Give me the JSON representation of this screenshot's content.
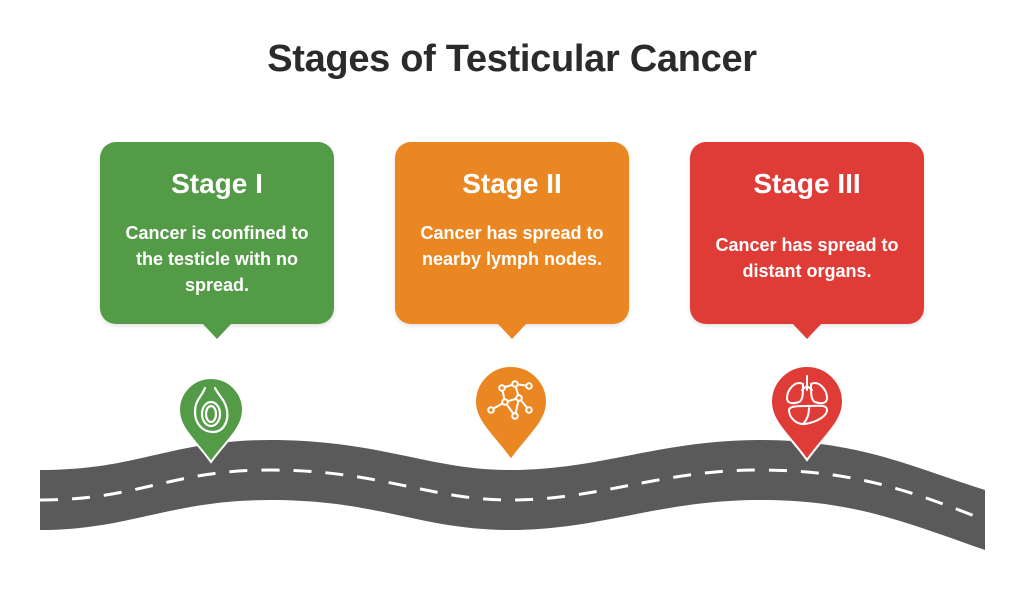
{
  "title": "Stages of Testicular Cancer",
  "colors": {
    "stage1": "#549b48",
    "stage2": "#ea8722",
    "stage3": "#e03c37",
    "road": "#5a5a5a",
    "text": "#2b2b2b"
  },
  "stages": [
    {
      "title": "Stage I",
      "description": "Cancer is confined to the testicle with no spread.",
      "icon": "testicle-icon"
    },
    {
      "title": "Stage II",
      "description": "Cancer has spread to nearby lymph nodes.",
      "icon": "lymph-nodes-icon"
    },
    {
      "title": "Stage III",
      "description": "Cancer has spread to distant organs.",
      "icon": "lungs-liver-icon"
    }
  ]
}
